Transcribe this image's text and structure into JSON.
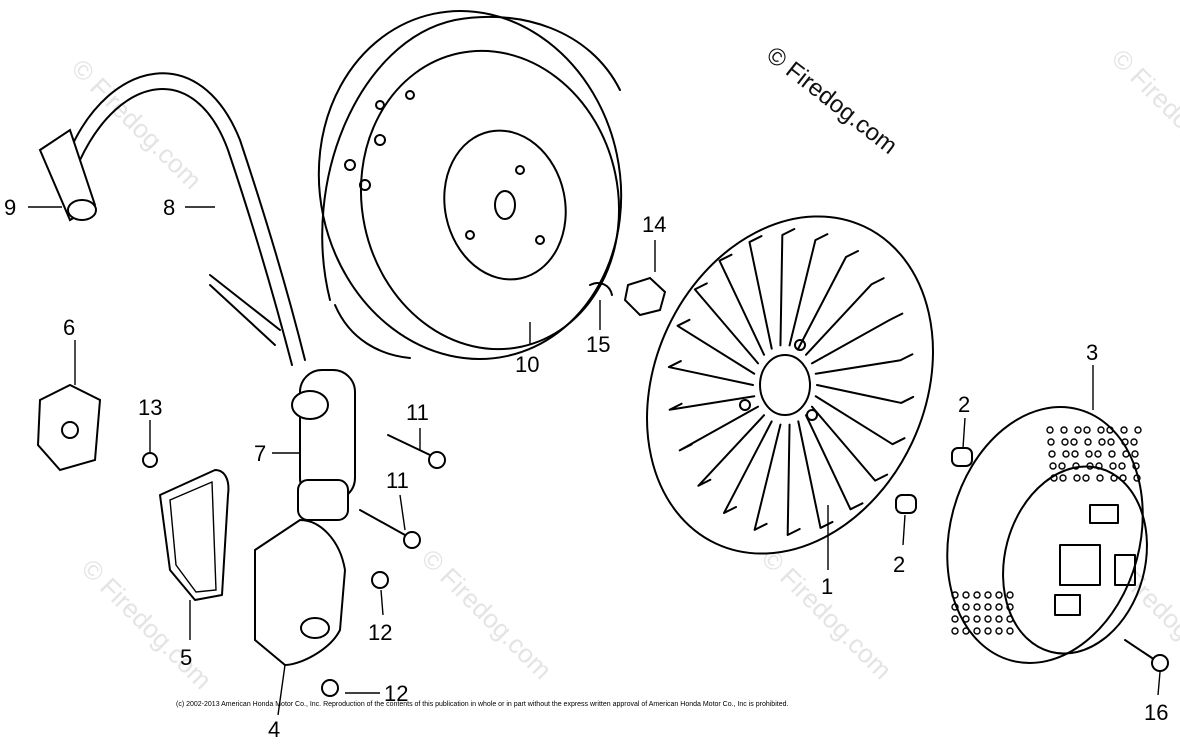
{
  "watermark": {
    "main": "© Firedog.com",
    "faint": "© Firedog.com"
  },
  "copyright": "(c) 2002-2013 American Honda Motor Co., Inc. Reproduction of the contents of this publication in whole or in part without the express written approval of American Honda Motor Co., Inc is prohibited.",
  "callouts": {
    "c1": "1",
    "c2a": "2",
    "c2b": "2",
    "c3": "3",
    "c4": "4",
    "c5": "5",
    "c6": "6",
    "c7": "7",
    "c8": "8",
    "c9": "9",
    "c10": "10",
    "c11a": "11",
    "c11b": "11",
    "c12a": "12",
    "c12b": "12",
    "c13": "13",
    "c14": "14",
    "c15": "15",
    "c16": "16"
  }
}
